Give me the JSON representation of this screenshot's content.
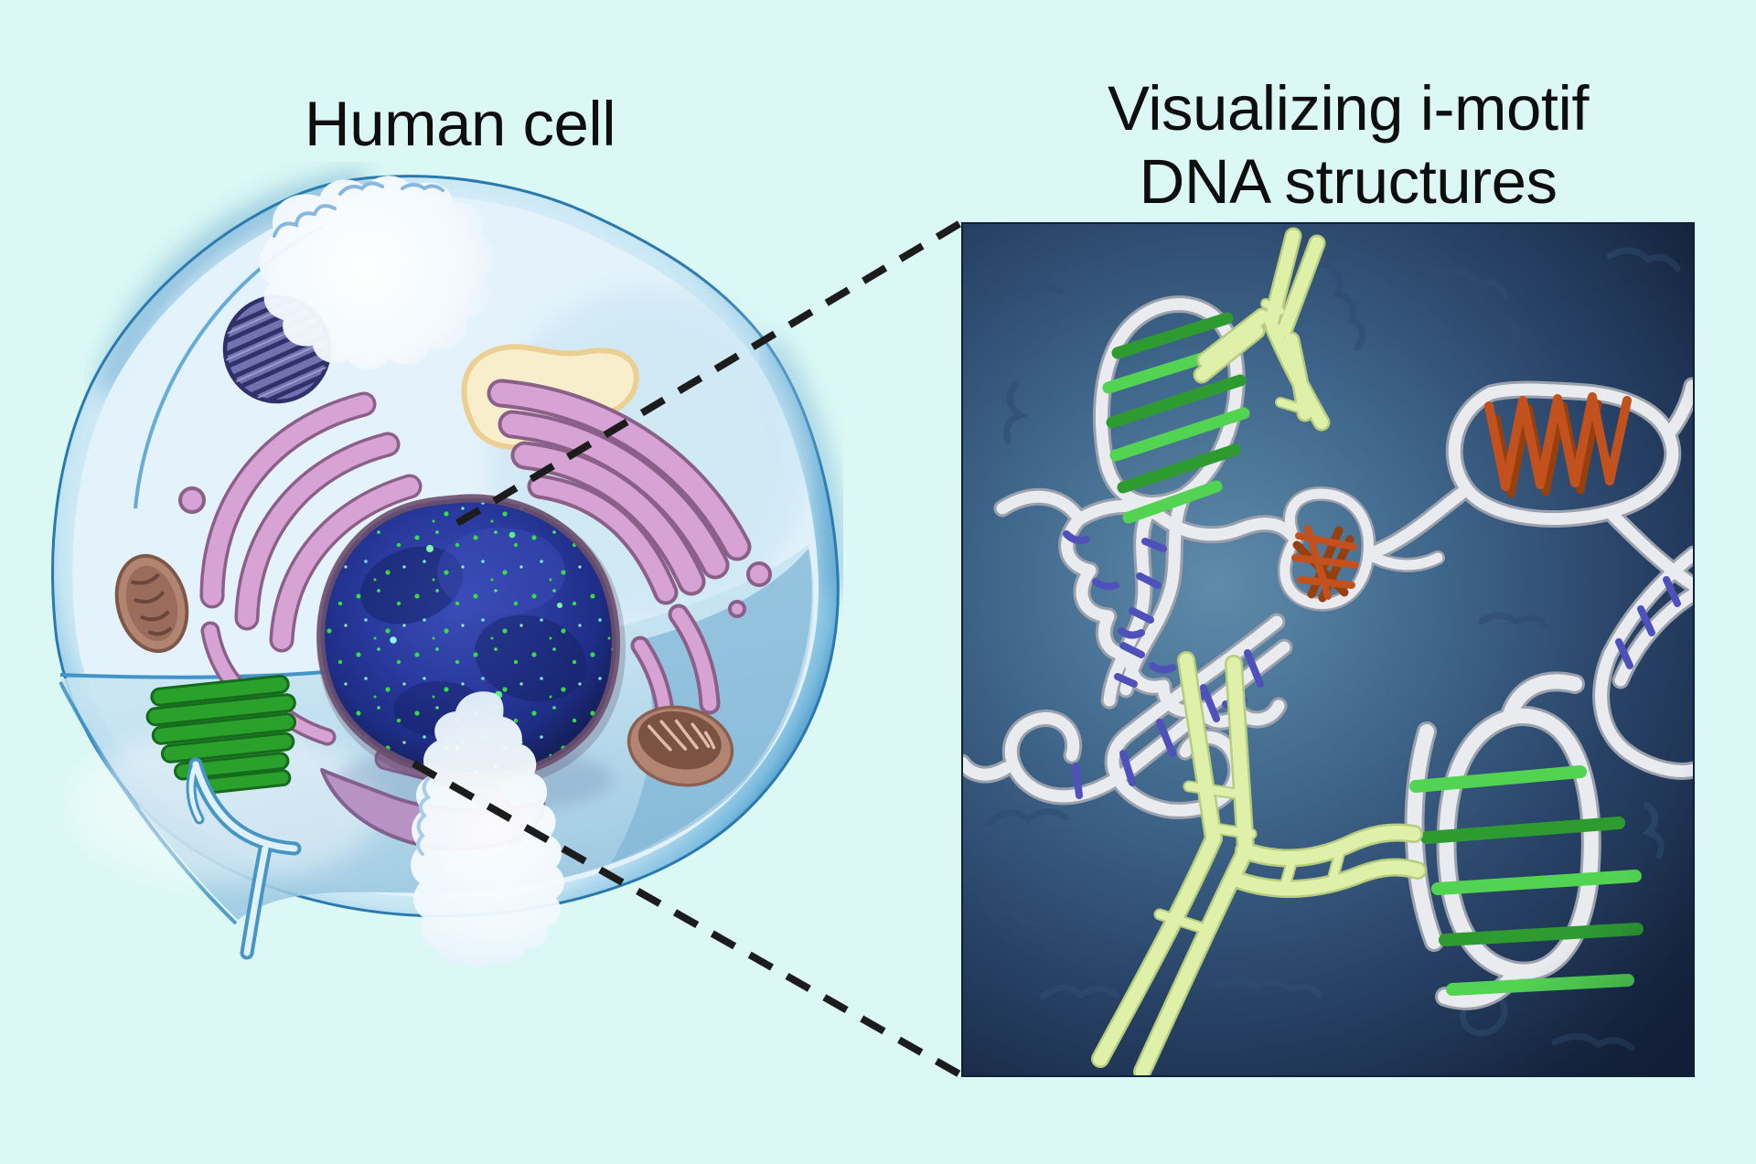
{
  "titles": {
    "left": "Human cell",
    "right_line1": "Visualizing i-motif",
    "right_line2": "DNA structures"
  },
  "palette": {
    "page_background": "#dbf8f5",
    "title_text": "#0e0e0e",
    "connector_dash": "#1c1c1c",
    "membrane_edge_blue": "#2b7cb4",
    "cytoplasm_light": "#e4f3fb",
    "nucleus_core": "#2a3a9e",
    "nucleus_edge": "#172366",
    "nucleus_rim": "#6b4f6e",
    "speckle_green": "#38e244",
    "er_pink": "#d7a2d4",
    "er_outline": "#8a5f88",
    "golgi_violet": "#7173b0",
    "golgi_outline": "#30306a",
    "centriole_green": "#2aa12a",
    "centriole_outline": "#166a1b",
    "mito_brown": "#b28472",
    "mito_dark": "#6b463a",
    "vesicle_cream": "#f8eecb",
    "vesicle_edge": "#eccf92",
    "ruffle_white": "#f4fafe",
    "tube_blue": "#4795c5",
    "panel_border": "#10203c",
    "panel_center_blue": "#5f8cab",
    "panel_dark_navy": "#182842",
    "chromatin_squiggle": "#2e4d70",
    "strand_white": "#e9ebee",
    "strand_shadow": "#9aa0ac",
    "helix_blue": "#4f51ba",
    "imotif_bright": "#52d452",
    "imotif_dark": "#2e9b31",
    "antibody_fill": "#dff0a8",
    "antibody_outline": "#b6cc7e",
    "quadruplex_orange": "#c2511d",
    "quadruplex_dark": "#97400f"
  }
}
